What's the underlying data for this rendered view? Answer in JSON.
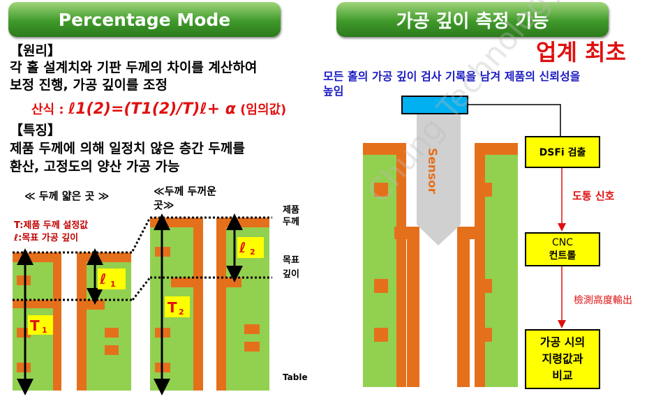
{
  "left": {
    "title": "Percentage  Mode",
    "principle_heading": "【원리】",
    "principle_line1": "각 홀 설계치와 기판 두께의 차이를 계산하여",
    "principle_line2": "보정 진행, 가공 깊이를 조정",
    "formula_label": "산식 : ",
    "formula": "ℓ1(2)=(T1(2)/T)ℓ+ α",
    "formula_note": "(임의값)",
    "feature_heading": "【특징】",
    "feature_line1": "제품 두께에 의해 일정치 않은 층간 두께를",
    "feature_line2": "환산, 고정도의 양산 가공 가능",
    "thin_label": "≪ 두께 얇은 곳 ≫",
    "thick_label1": "≪두께 두꺼운",
    "thick_label2": "곳≫",
    "legend_T": "T:제품 두께 설정값",
    "legend_l": "ℓ:목표 가공 깊이",
    "product_thickness1": "제품",
    "product_thickness2": "두께",
    "target_depth1": "목표",
    "target_depth2": "깊이",
    "table": "Table",
    "T1": "T",
    "T1_sub": "1",
    "l1": "ℓ",
    "l1_sub": "1",
    "T2": "T",
    "T2_sub": "2",
    "l2": "ℓ",
    "l2_sub": "2"
  },
  "right": {
    "title": "가공 깊이 측정 기능",
    "badge": "업계 최초",
    "desc_line1": "모든 홀의 가공 깊이 검사 기록을 남겨 제품의 신뢰성을",
    "desc_line2": "높임",
    "sensor": "Sensor",
    "box1": "DSFi 검출",
    "signal1": "도통 신호",
    "box2_line1": "CNC",
    "box2_line2": "컨트롤",
    "signal2": "檢測高度輸出",
    "box3_line1": "가공 시의",
    "box3_line2": "지령값과",
    "box3_line3": "비교"
  },
  "watermark": "Chung Technology",
  "colors": {
    "orange": "#e5701c",
    "green": "#92d050",
    "yellow": "#ffff00",
    "red": "#e01010",
    "blue": "#1a1ac0",
    "sensor_blue": "#00b0f0"
  }
}
